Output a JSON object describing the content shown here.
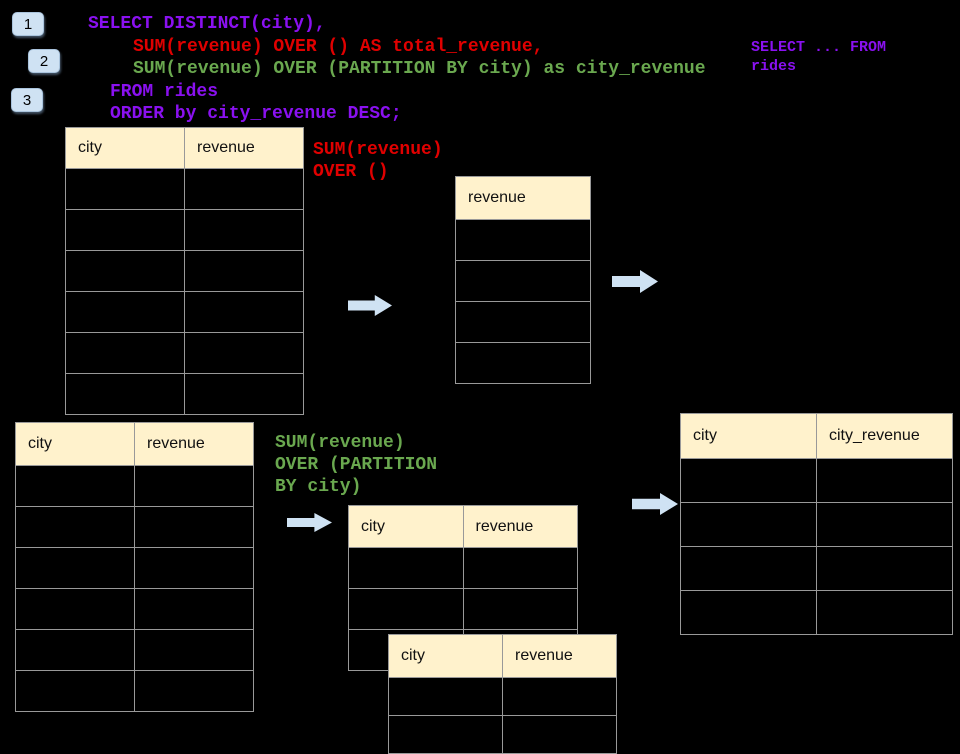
{
  "colors": {
    "background": "#000000",
    "purple": "#8a11f0",
    "red": "#e00000",
    "green": "#6aa84f",
    "header_cream": "#fff2cc",
    "table_border": "#999999",
    "arrow_blue": "#cfe2f3",
    "badge_blue": "#cfe2f3",
    "header_text": "#111111"
  },
  "badges": [
    "1",
    "2",
    "3"
  ],
  "sql": {
    "line1": "SELECT DISTINCT(city),",
    "line2": "SUM(revenue) OVER () AS total_revenue,",
    "line3": "SUM(revenue) OVER (PARTITION BY city) as city_revenue",
    "line4": "FROM rides",
    "line5": "ORDER by city_revenue DESC;"
  },
  "side_note": {
    "line1": "SELECT ... FROM",
    "line2": "rides"
  },
  "labels": {
    "total_revenue": {
      "line1": "SUM(revenue)",
      "line2": "OVER ()"
    },
    "partition": {
      "line1": "SUM(revenue)",
      "line2": "OVER (PARTITION",
      "line3": "BY city)"
    }
  },
  "tables": {
    "rides_top": {
      "headers": [
        "city",
        "revenue"
      ],
      "empty_rows": 6
    },
    "revenue_col": {
      "headers": [
        "revenue"
      ],
      "empty_rows": 4
    },
    "result_city": {
      "headers": [
        "city",
        "city_revenue"
      ],
      "empty_rows": 4
    },
    "rides_bottom": {
      "headers": [
        "city",
        "revenue"
      ],
      "empty_rows": 6
    },
    "partition_front": {
      "headers": [
        "city",
        "revenue"
      ],
      "empty_rows": 3
    },
    "partition_back": {
      "headers": [
        "city",
        "revenue"
      ],
      "empty_rows": 2
    }
  }
}
